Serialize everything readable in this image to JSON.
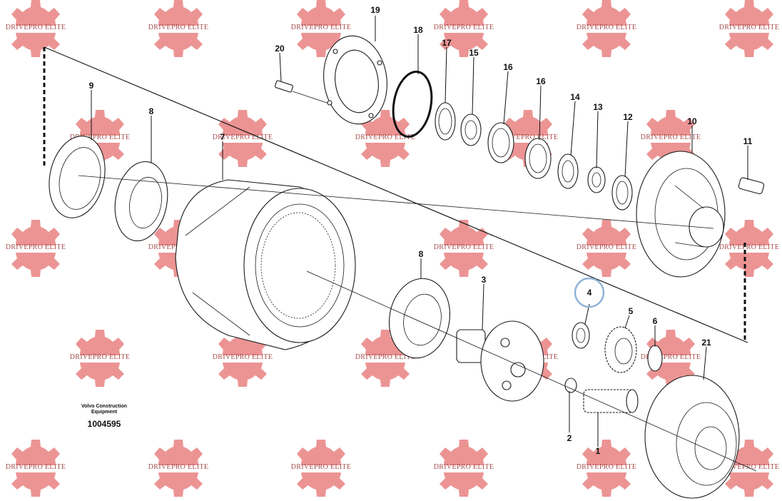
{
  "diagram": {
    "maker": "Volvo Construction Equipment",
    "maker_line1": "Volvo Construction",
    "maker_line2": "Equipment",
    "drawing_number": "1004595",
    "highlight_color": "#8fb4d8",
    "watermark": {
      "text": "DRIVEPRO ELITE",
      "color": "#e57373",
      "icon": "gear-icon"
    },
    "callouts": [
      "19",
      "18",
      "17",
      "15",
      "20",
      "16",
      "16",
      "9",
      "8",
      "14",
      "13",
      "12",
      "10",
      "11",
      "7",
      "8",
      "3",
      "4",
      "5",
      "6",
      "21",
      "2",
      "1"
    ]
  }
}
